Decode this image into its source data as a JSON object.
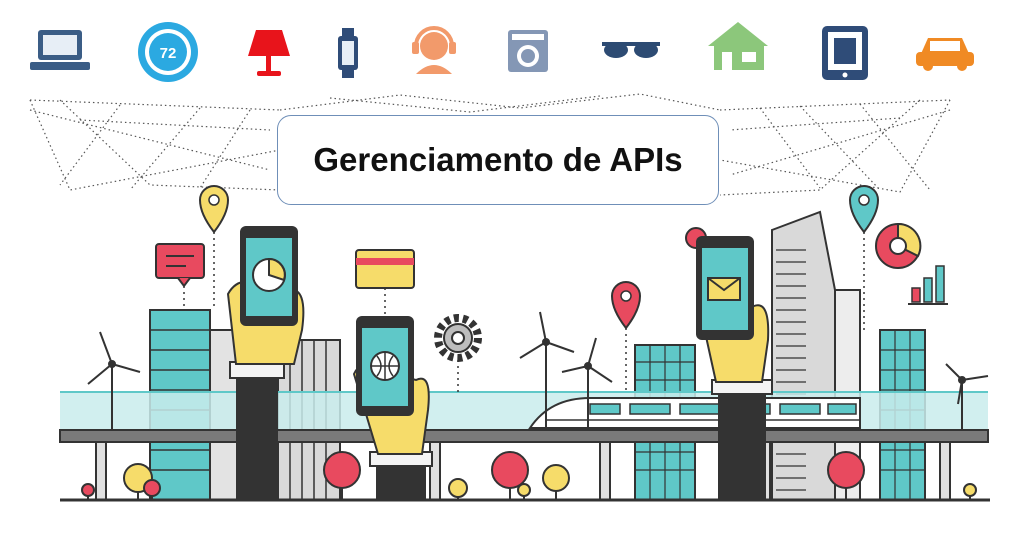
{
  "title": "Gerenciamento de APIs",
  "thermostat_reading": "72",
  "devices": [
    {
      "name": "laptop",
      "color": "#3b5d86"
    },
    {
      "name": "thermostat",
      "color": "#2ba9e1"
    },
    {
      "name": "lamp",
      "color": "#e8141b"
    },
    {
      "name": "smartwatch",
      "color": "#2f4c78"
    },
    {
      "name": "headset-person",
      "color": "#f29a6b"
    },
    {
      "name": "washing-machine",
      "color": "#8497b5"
    },
    {
      "name": "sunglasses",
      "color": "#2d4b73"
    },
    {
      "name": "house",
      "color": "#8cc77b"
    },
    {
      "name": "tablet",
      "color": "#2f4c78"
    },
    {
      "name": "car",
      "color": "#f08a24"
    }
  ],
  "palette": {
    "teal": "#5fc8c8",
    "yellow": "#f6dc6a",
    "red": "#e84a5f",
    "dark": "#333333",
    "grey": "#bdbdbd",
    "light_teal": "#c9ecec"
  }
}
